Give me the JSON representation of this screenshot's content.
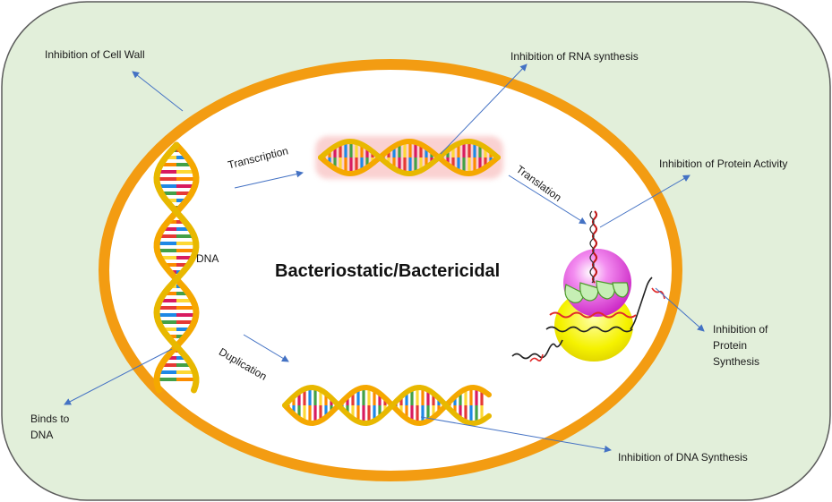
{
  "diagram": {
    "title": "Bacteriostatic/Bactericidal",
    "colors": {
      "cell_background": "#e2efda",
      "cell_border": "#5b5b5b",
      "membrane": "#f39c12",
      "inner": "#ffffff",
      "arrow": "#4472c4"
    },
    "labels": {
      "cell_wall": "Inhibition of Cell Wall",
      "rna_synthesis": "Inhibition of RNA synthesis",
      "protein_activity": "Inhibition of Protein Activity",
      "protein_synthesis": "Inhibition of\nProtein\nSynthesis",
      "dna_synthesis": "Inhibition of DNA Synthesis",
      "binds_dna": "Binds to\nDNA",
      "dna": "DNA",
      "transcription": "Transcription",
      "translation": "Translation",
      "duplication": "Duplication"
    }
  }
}
